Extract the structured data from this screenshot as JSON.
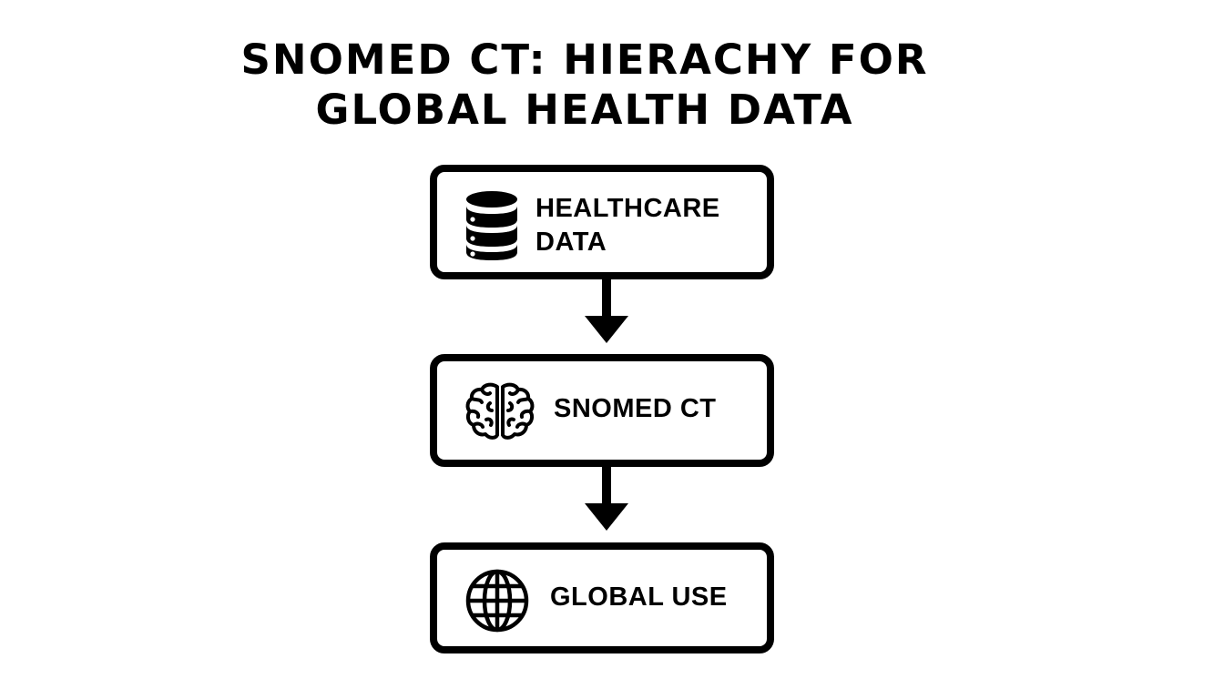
{
  "title": {
    "line1": "SNOMED CT: HIERACHY FOR",
    "line2": "GLOBAL HEALTH DATA"
  },
  "nodes": [
    {
      "label": "HEALTHCARE DATA",
      "icon": "database-icon"
    },
    {
      "label": "SNOMED CT",
      "icon": "brain-icon"
    },
    {
      "label": "GLOBAL USE",
      "icon": "globe-icon"
    }
  ],
  "colors": {
    "stroke": "#000000",
    "background": "#ffffff"
  }
}
